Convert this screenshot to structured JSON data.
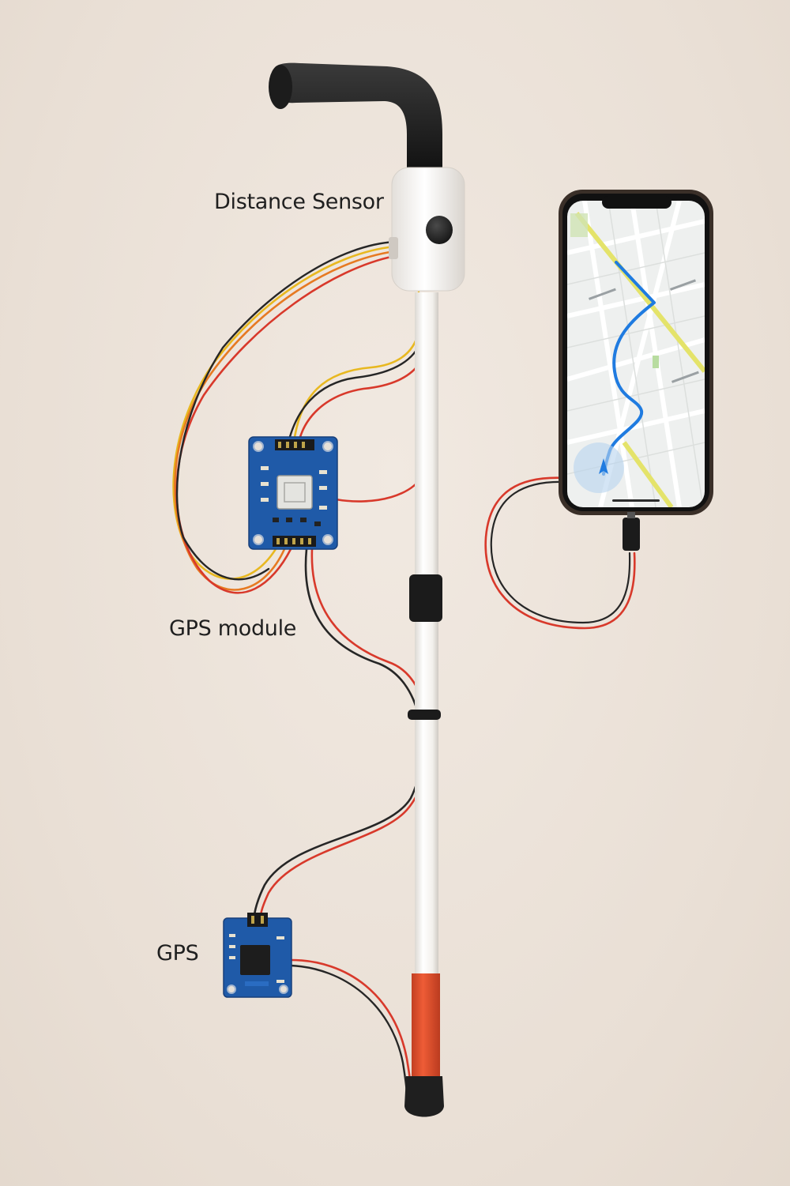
{
  "labels": {
    "distance_sensor": "Distance Sensor",
    "gps_module": "GPS module",
    "gps": "GPS"
  },
  "colors": {
    "background": "#ece3da",
    "cane_white": "#f7f5f2",
    "cane_red_tip": "#e0502e",
    "handle_black": "#1c1c1c",
    "sensor_housing": "#f8f6f4",
    "pcb_blue": "#1f5aa8",
    "wire_red": "#d8392b",
    "wire_yellow": "#e8b820",
    "wire_orange": "#e67a22",
    "wire_black": "#262626",
    "map_route": "#1f7be0",
    "map_road_yellow": "#e4e36a",
    "phone_frame": "#3a2f28"
  },
  "icons": {
    "phone": "smartphone-icon",
    "location": "location-arrow-icon"
  }
}
